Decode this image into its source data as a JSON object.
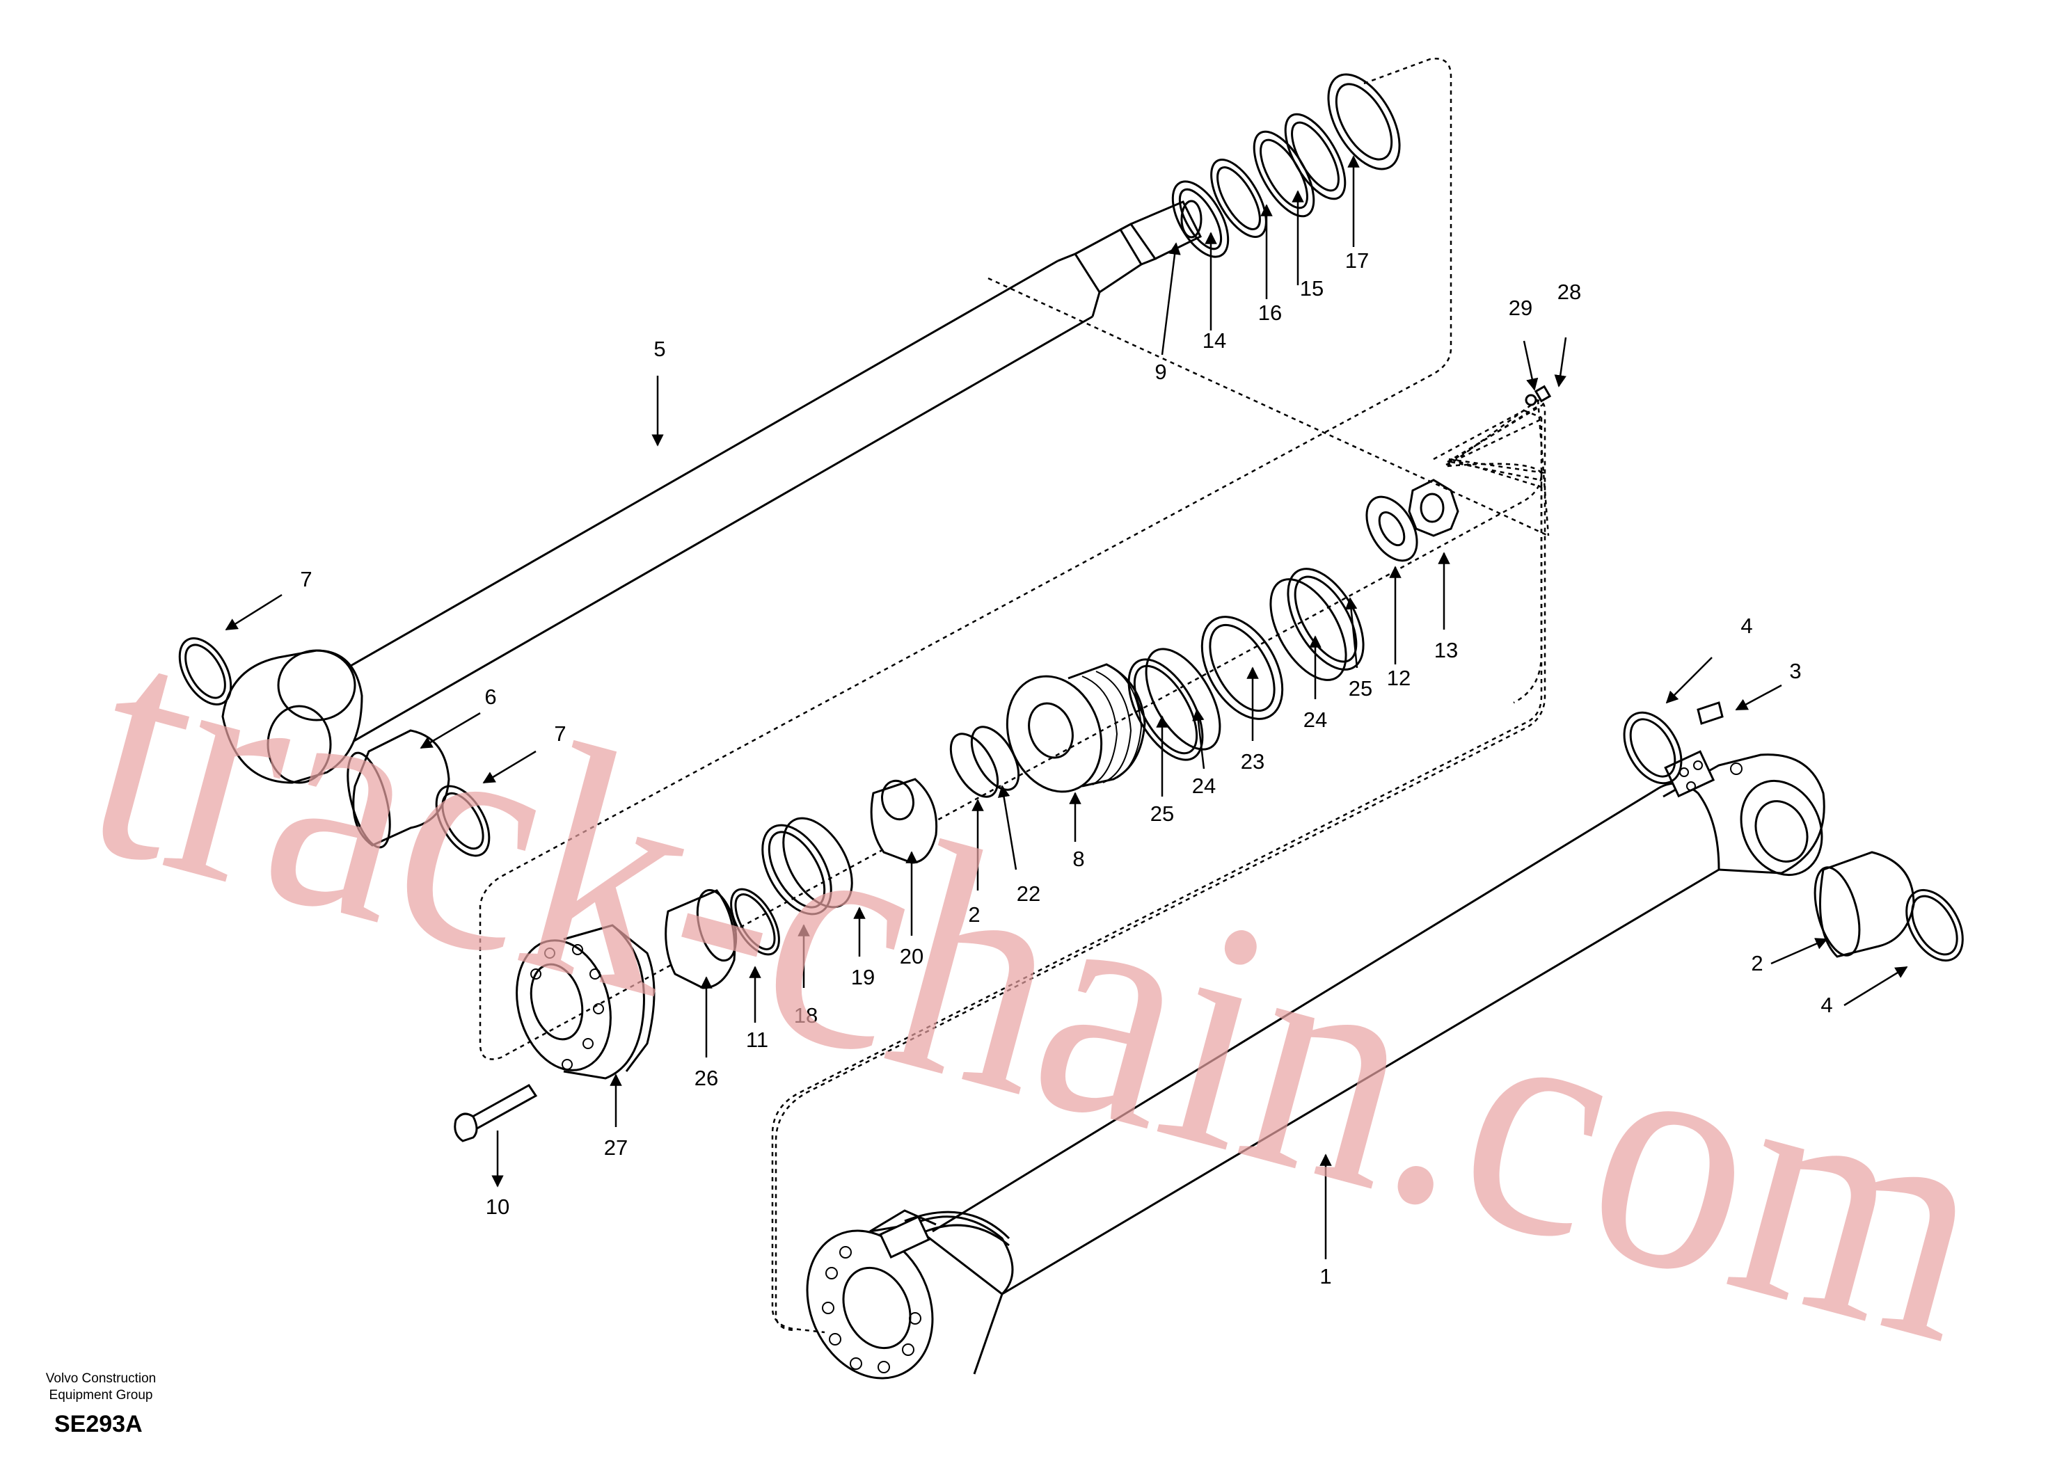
{
  "callouts": [
    "1",
    "2",
    "2",
    "3",
    "4",
    "4",
    "5",
    "6",
    "7",
    "7",
    "8",
    "9",
    "10",
    "11",
    "12",
    "13",
    "14",
    "15",
    "16",
    "17",
    "18",
    "19",
    "20",
    "2",
    "22",
    "23",
    "24",
    "24",
    "25",
    "25",
    "26",
    "27",
    "28",
    "29"
  ],
  "watermark": "track-chain.com",
  "footer": {
    "line1": "Volvo Construction",
    "line2": "Equipment Group",
    "code": "SE293A"
  },
  "colors": {
    "ink": "#000000",
    "watermark": "#e8a3a3",
    "background": "#ffffff"
  }
}
